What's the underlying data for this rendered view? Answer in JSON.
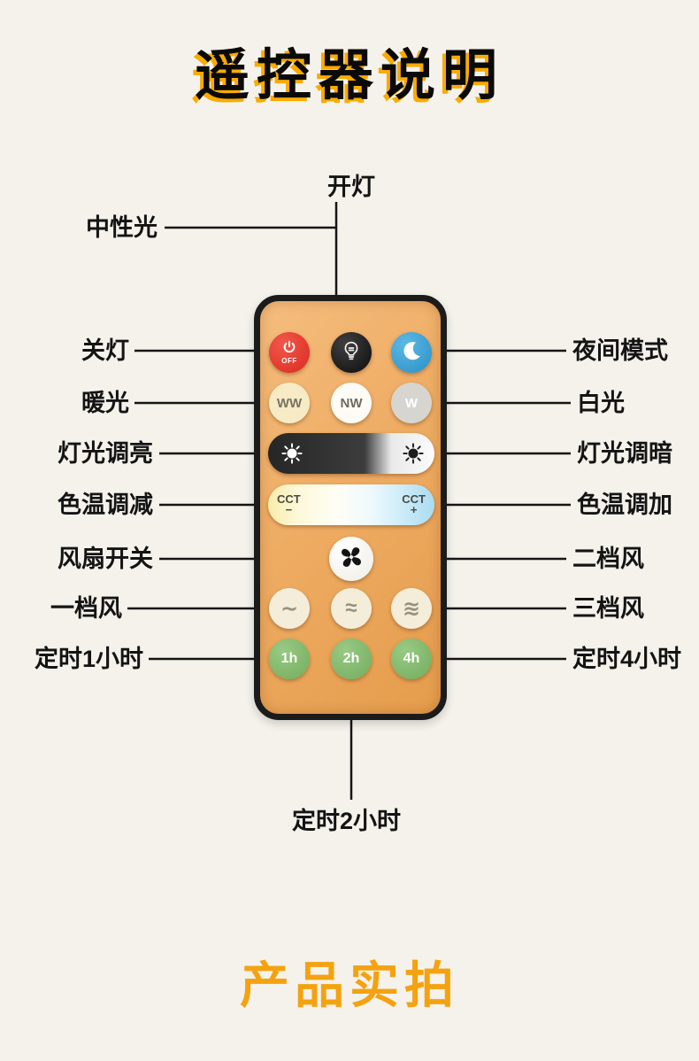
{
  "page": {
    "title": "遥控器说明",
    "footer_title": "产品实拍",
    "colors": {
      "accent_orange": "#f5a210",
      "title_shadow": "#f9ab00",
      "remote_body": "#eeac63"
    }
  },
  "callouts": {
    "top": "开灯",
    "bottom": "定时2小时",
    "left": [
      "中性光",
      "关灯",
      "暖光",
      "灯光调亮",
      "色温调减",
      "风扇开关",
      "一档风",
      "定时1小时"
    ],
    "right": [
      "夜间模式",
      "白光",
      "灯光调暗",
      "色温调加",
      "二档风",
      "三档风",
      "定时4小时"
    ]
  },
  "remote": {
    "power_off_label": "OFF",
    "white_modes": [
      "WW",
      "NW",
      "W"
    ],
    "cct_minus": {
      "line1": "CCT",
      "line2": "−"
    },
    "cct_plus": {
      "line1": "CCT",
      "line2": "+"
    },
    "fan_speeds": [
      "∼",
      "≈",
      "≋"
    ],
    "timers": [
      "1h",
      "2h",
      "4h"
    ]
  }
}
